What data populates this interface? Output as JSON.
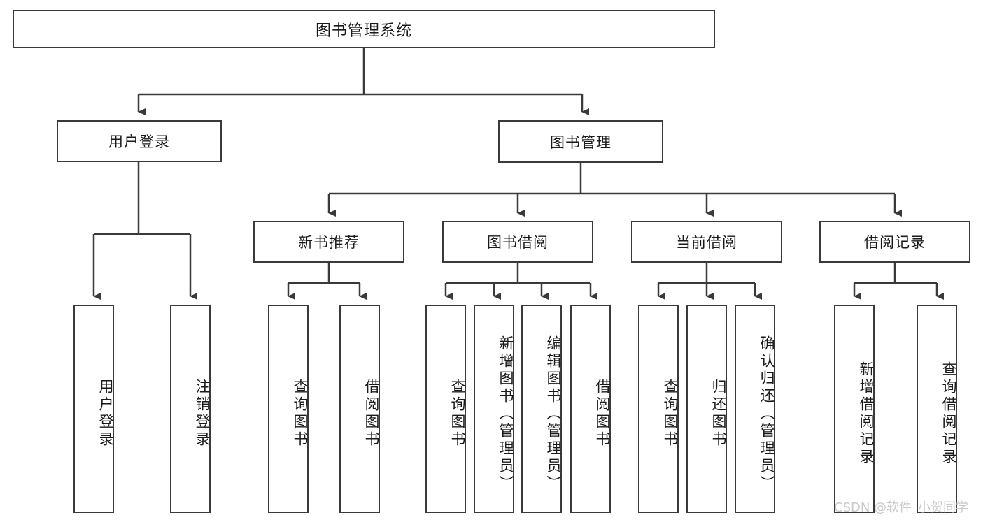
{
  "diagram": {
    "title": "图书管理系统",
    "watermark": "CSDN @软件_小贺同学",
    "line_color": "#3a3a3a",
    "box_fill": "#ffffff",
    "text_color": "#1a1a1a",
    "levels": {
      "root": {
        "label": "图书管理系统"
      },
      "level2": [
        {
          "label": "用户登录"
        },
        {
          "label": "图书管理"
        }
      ],
      "level3": [
        {
          "label": "新书推荐"
        },
        {
          "label": "图书借阅"
        },
        {
          "label": "当前借阅"
        },
        {
          "label": "借阅记录"
        }
      ],
      "leaves": {
        "user_login": [
          {
            "label": "用户登录"
          },
          {
            "label": "注销登录"
          }
        ],
        "new_book_recommend": [
          {
            "label": "查询图书"
          },
          {
            "label": "借阅图书"
          }
        ],
        "book_borrow": [
          {
            "label": "查询图书"
          },
          {
            "label": "新增图书（管理员）"
          },
          {
            "label": "编辑图书（管理员）"
          },
          {
            "label": "借阅图书"
          }
        ],
        "current_borrow": [
          {
            "label": "查询图书"
          },
          {
            "label": "归还图书"
          },
          {
            "label": "确认归还（管理员）"
          }
        ],
        "borrow_record": [
          {
            "label": "新增借阅记录"
          },
          {
            "label": "查询借阅记录"
          }
        ]
      }
    }
  }
}
